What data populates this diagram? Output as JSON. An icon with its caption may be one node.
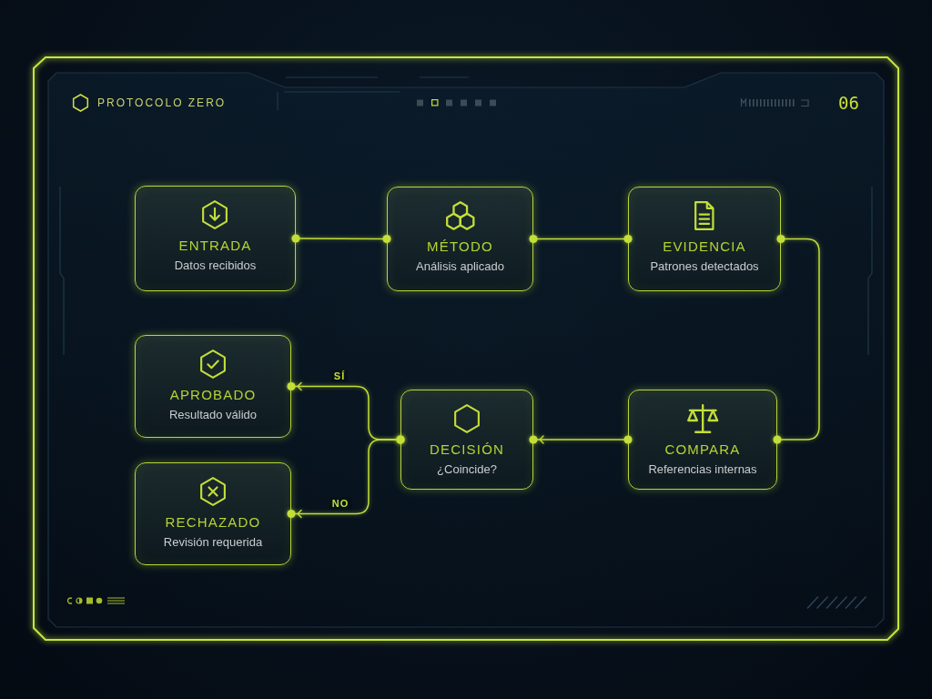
{
  "diagram": {
    "title": "PROTOCOLO ZERO",
    "nodes": [
      {
        "text": [
          "ENTRADA",
          "Datos recibidos"
        ]
      },
      {
        "text": [
          "MÉTODO",
          "Análisis aplicado"
        ]
      },
      {
        "text": [
          "EVIDENCIA",
          "Patrones detectados"
        ]
      },
      {
        "text": [
          "APROBADO",
          "Resultado válido"
        ]
      },
      {
        "text": [
          "DECISIÓN",
          "¿Coincide?"
        ]
      },
      {
        "text": [
          "COMPARA",
          "Referencias internas"
        ]
      },
      {
        "text": [
          "RECHAZADO",
          "Revisión requerida"
        ]
      }
    ],
    "edges": [
      {
        "from": 0,
        "to": 1,
        "arrow": "other"
      },
      {
        "from": 1,
        "to": 2,
        "arrow": "other"
      },
      {
        "from": 2,
        "to": 5,
        "arrow": "other"
      },
      {
        "from": 5,
        "to": 4,
        "arrow": "to"
      },
      {
        "from": 4,
        "to": 3,
        "arrow": "to",
        "label": "SÍ"
      },
      {
        "from": 4,
        "to": 6,
        "arrow": "to",
        "label": "NO"
      }
    ],
    "labels": [
      "06"
    ]
  }
}
